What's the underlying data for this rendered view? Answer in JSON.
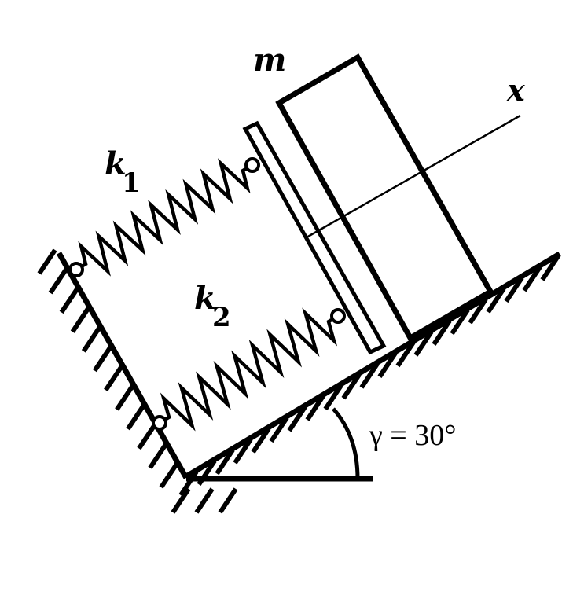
{
  "labels": {
    "mass": "m",
    "axis": "x",
    "spring1": "k",
    "spring1_sub": "1",
    "spring2": "k",
    "spring2_sub": "2",
    "angle": "γ = 30°"
  },
  "params": {
    "incline_angle_deg": 30
  }
}
